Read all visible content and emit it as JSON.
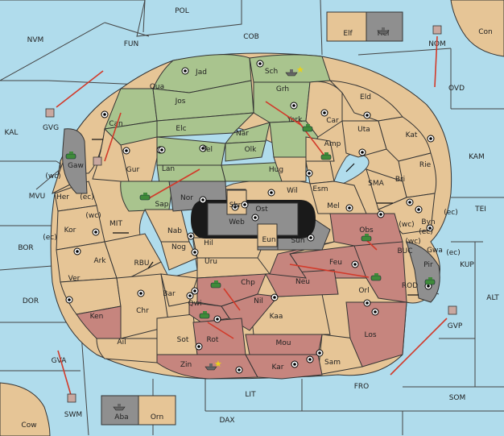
{
  "title": "",
  "colors": {
    "sea": "#b0dcec",
    "neutral": "#e6c596",
    "green_power": "#a9c48e",
    "red_power": "#c6857e",
    "gray_power": "#8f8f8f",
    "fortress": "#1a1a1a",
    "order_arrow": "#d23a2a"
  },
  "sea_regions": [
    "POL",
    "NVM",
    "FUN",
    "COB",
    "KAL",
    "GVG",
    "Con",
    "NOM",
    "OVD",
    "KAM",
    "MVU",
    "MIT",
    "SMA",
    "TEI",
    "BOR",
    "RBU",
    "BUC",
    "KUP",
    "DOR",
    "ROD",
    "ALT",
    "GVA",
    "SWM",
    "GVP",
    "LIT",
    "FRO",
    "SOM",
    "Cow",
    "DAX"
  ],
  "land_regions": {
    "green": [
      "Jad",
      "Sch",
      "Qua",
      "Jos",
      "Grh",
      "Can",
      "Elc",
      "Nar",
      "Tel",
      "Olk",
      "Lan",
      "Hug",
      "Sap",
      "Elf"
    ],
    "neutral": [
      "Eld",
      "Car",
      "Uta",
      "Kat",
      "Rie",
      "Bri",
      "Amp",
      "York",
      "Esm",
      "Wil",
      "Mel",
      "Byn",
      "Gaw",
      "Her",
      "Gur",
      "Kor",
      "Ark",
      "Nab",
      "Nog",
      "Hil",
      "Uru",
      "Ver",
      "Chr",
      "Bar",
      "Ail",
      "Sot",
      "Kaa",
      "Sam",
      "Eun",
      "Skr",
      "Orn"
    ],
    "red": [
      "Obs",
      "Feu",
      "Orl",
      "Chp",
      "Neu",
      "Qwi",
      "Nil",
      "Ken",
      "Rot",
      "Mou",
      "Los",
      "Zin",
      "Kar"
    ],
    "gray": [
      "Nor",
      "Web",
      "Ost",
      "Sun",
      "Gwa",
      "Pir",
      "Hel",
      "Aba"
    ]
  },
  "supply_centers": [
    "Jad",
    "Sch",
    "Grh",
    "Car",
    "Eld",
    "Uta",
    "Kat",
    "Can",
    "Elc",
    "Tel",
    "Lan",
    "Gur",
    "Kor",
    "Wil",
    "Bri",
    "Byn",
    "Esm",
    "Ark",
    "Nab",
    "Nog",
    "Ver",
    "Chr",
    "Bar",
    "Sot",
    "Qwi",
    "Rot",
    "Zin",
    "Kar",
    "Sam",
    "Kaa",
    "Mou",
    "Los",
    "Orl",
    "Feu",
    "Obs",
    "Mel",
    "Sun",
    "Ost",
    "Web",
    "Skr",
    "Nor",
    "Gwa",
    "Pir"
  ],
  "coast_tags": [
    "(wc)",
    "(ec)",
    "(wc)",
    "(ec)",
    "(wc)",
    "(ec)",
    "(wc)",
    "(ec)",
    "(ec)"
  ],
  "units": {
    "armies": [
      "Gaw",
      "Sap",
      "York",
      "Amp",
      "Obs",
      "Orl",
      "Pir",
      "Chp",
      "Rot"
    ],
    "fleets": [
      "Sch",
      "Hel",
      "Zin",
      "Aba"
    ],
    "home_markers": [
      "GVG",
      "GOP",
      "NOM",
      "GVP",
      "SWM"
    ]
  }
}
